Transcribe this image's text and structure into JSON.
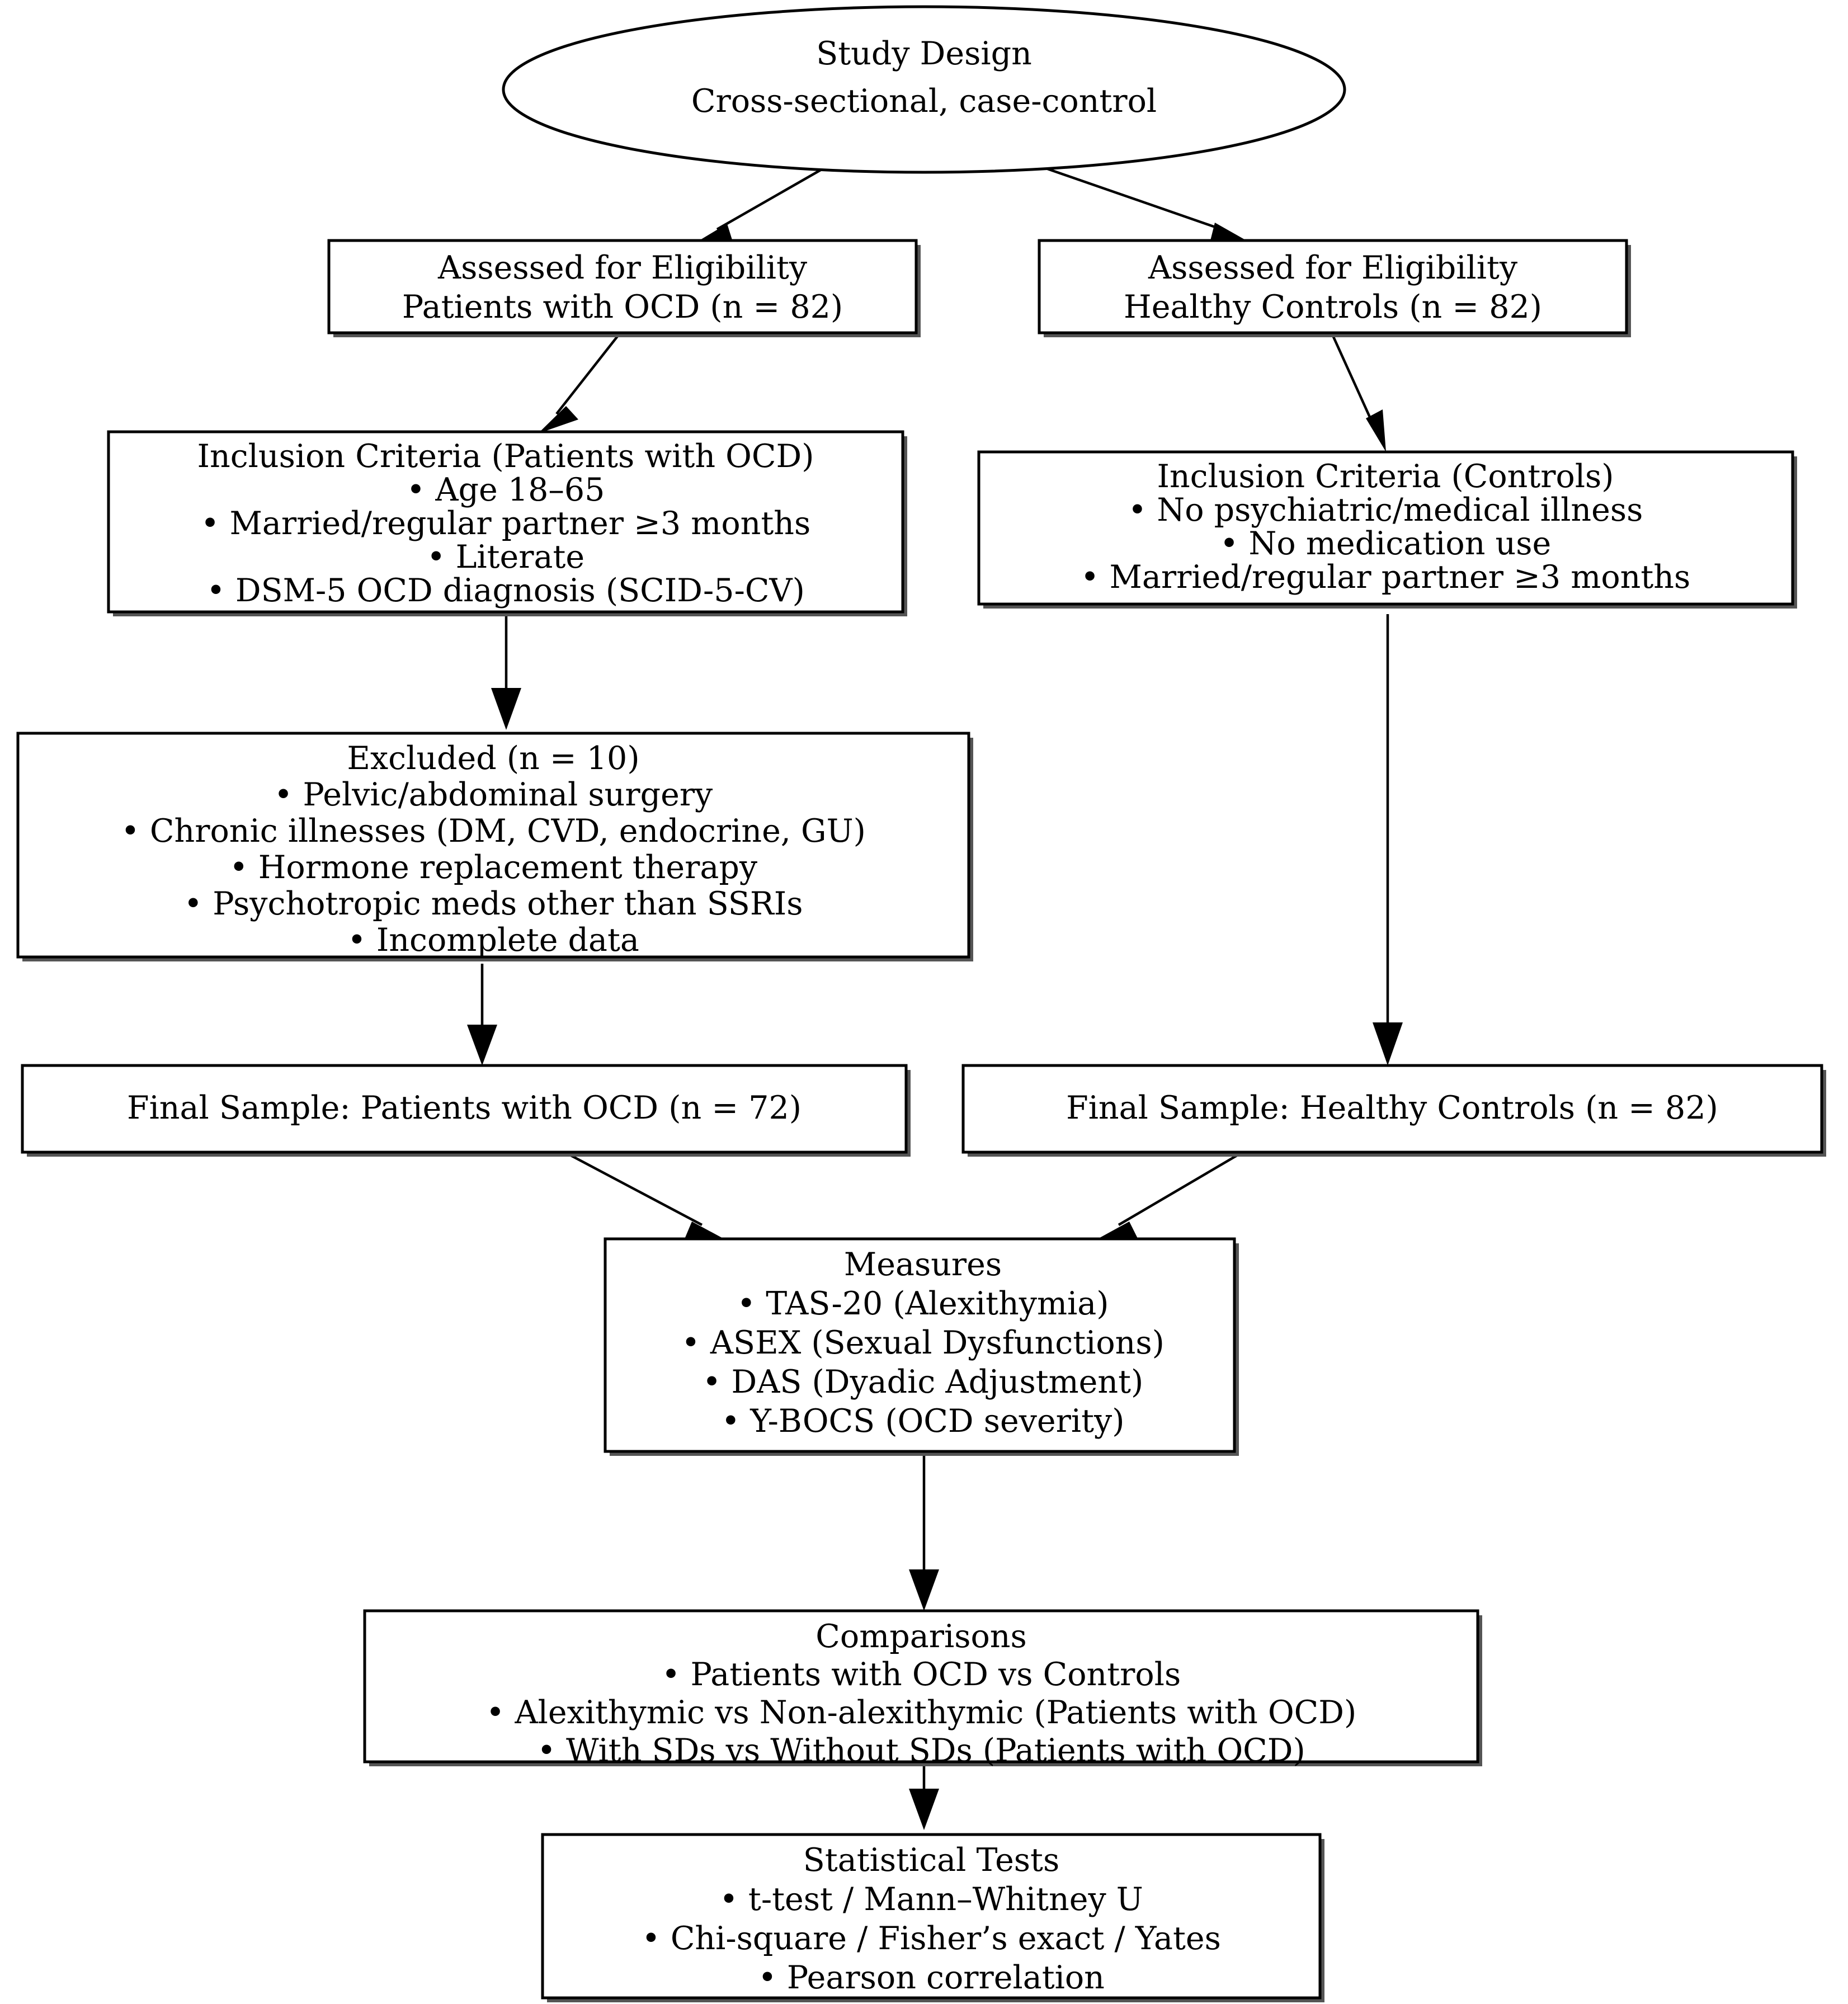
{
  "diagram": {
    "type": "flowchart",
    "title": "Study flow diagram",
    "orientation": "top-to-bottom",
    "colors": {
      "background": "#ffffff",
      "node_fill": "#ffffff",
      "node_stroke": "#000000",
      "shadow": "#555555",
      "edge": "#000000",
      "text": "#000000"
    },
    "bullet": "•"
  },
  "nodes": {
    "study_design": {
      "shape": "ellipse",
      "lines": [
        "Study Design",
        "Cross-sectional, case-control"
      ]
    },
    "eligibility_ocd": {
      "shape": "box",
      "lines": [
        "Assessed for Eligibility",
        "Patients with OCD (n = 82)"
      ]
    },
    "eligibility_controls": {
      "shape": "box",
      "lines": [
        "Assessed for Eligibility",
        "Healthy Controls (n = 82)"
      ]
    },
    "inclusion_ocd": {
      "shape": "box",
      "lines": [
        "Inclusion Criteria (Patients with OCD)",
        "• Age 18–65",
        "• Married/regular partner ≥3 months",
        "• Literate",
        "• DSM-5 OCD diagnosis (SCID-5-CV)"
      ]
    },
    "inclusion_controls": {
      "shape": "box",
      "lines": [
        "Inclusion Criteria (Controls)",
        "• No psychiatric/medical illness",
        "• No medication use",
        "• Married/regular partner ≥3 months"
      ]
    },
    "excluded": {
      "shape": "box",
      "lines": [
        "Excluded (n = 10)",
        "• Pelvic/abdominal surgery",
        "• Chronic illnesses (DM, CVD, endocrine, GU)",
        "• Hormone replacement therapy",
        "• Psychotropic meds other than SSRIs",
        "• Incomplete data"
      ]
    },
    "final_ocd": {
      "shape": "box",
      "lines": [
        "Final Sample: Patients with OCD (n = 72)"
      ]
    },
    "final_controls": {
      "shape": "box",
      "lines": [
        "Final Sample: Healthy Controls (n = 82)"
      ]
    },
    "measures": {
      "shape": "box",
      "lines": [
        "Measures",
        "• TAS-20 (Alexithymia)",
        "• ASEX (Sexual Dysfunctions)",
        "• DAS (Dyadic Adjustment)",
        "• Y-BOCS (OCD severity)"
      ]
    },
    "comparisons": {
      "shape": "box",
      "lines": [
        "Comparisons",
        "• Patients with OCD vs Controls",
        "• Alexithymic vs Non-alexithymic (Patients with OCD)",
        "• With SDs vs Without SDs (Patients with OCD)"
      ]
    },
    "statistical_tests": {
      "shape": "box",
      "lines": [
        "Statistical Tests",
        "• t-test / Mann–Whitney U",
        "• Chi-square / Fisher’s exact / Yates",
        "• Pearson correlation"
      ]
    }
  },
  "edges": [
    {
      "from": "study_design",
      "to": "eligibility_ocd"
    },
    {
      "from": "study_design",
      "to": "eligibility_controls"
    },
    {
      "from": "eligibility_ocd",
      "to": "inclusion_ocd"
    },
    {
      "from": "eligibility_controls",
      "to": "inclusion_controls"
    },
    {
      "from": "inclusion_ocd",
      "to": "excluded"
    },
    {
      "from": "excluded",
      "to": "final_ocd"
    },
    {
      "from": "inclusion_controls",
      "to": "final_controls"
    },
    {
      "from": "final_ocd",
      "to": "measures"
    },
    {
      "from": "final_controls",
      "to": "measures"
    },
    {
      "from": "measures",
      "to": "comparisons"
    },
    {
      "from": "comparisons",
      "to": "statistical_tests"
    }
  ]
}
